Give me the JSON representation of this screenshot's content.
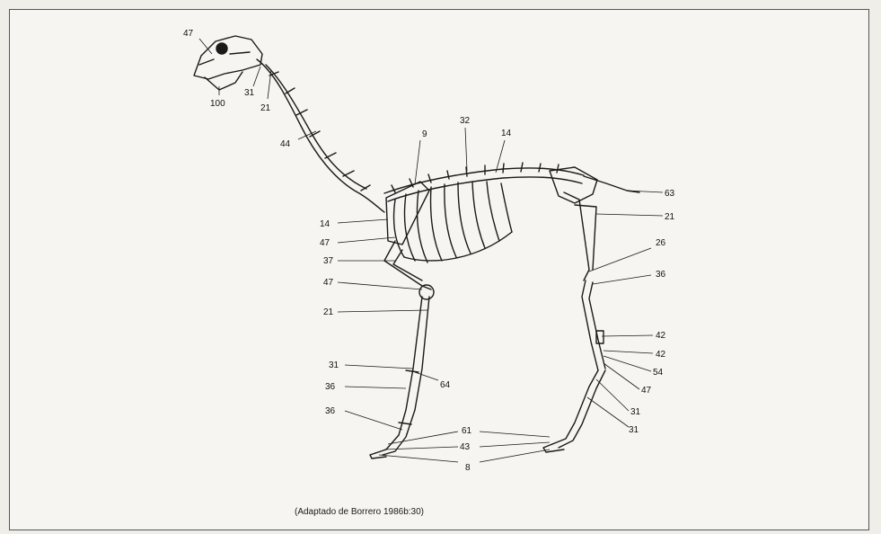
{
  "labels": {
    "skull_top": "47",
    "jaw": "100",
    "atlas_31": "31",
    "axis_21": "21",
    "neck_44": "44",
    "spine_9": "9",
    "spine_32": "32",
    "spine_14": "14",
    "pelvis_63": "63",
    "femur_21": "21",
    "stifle_26": "26",
    "tibia_36": "36",
    "hock_42a": "42",
    "hock_42b": "42",
    "hock_54": "54",
    "hock_47": "47",
    "meta_31a": "31",
    "meta_31b": "31",
    "scapula_14": "14",
    "scapula_47": "47",
    "humerus_37": "37",
    "elbow_47": "47",
    "radius_21": "21",
    "carpal_31": "31",
    "carpal_36": "36",
    "fore_64": "64",
    "fore_36b": "36",
    "phalanx_61": "61",
    "phalanx_43": "43",
    "phalanx_8": "8"
  },
  "caption": "(Adaptado de Borrero 1986b:30)"
}
